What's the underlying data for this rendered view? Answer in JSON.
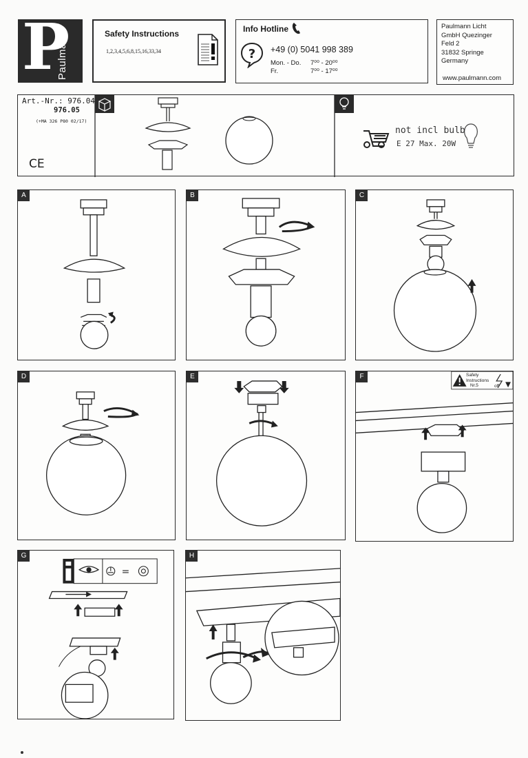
{
  "logo": {
    "letter": "P",
    "brand": "Paulmann"
  },
  "safety": {
    "title": "Safety  Instructions",
    "numbers": "1,2,3,4,5,6,8,15,16,33,34"
  },
  "hotline": {
    "title": "Info Hotline",
    "phone": "+49 (0) 5041 998 389",
    "rows": [
      {
        "day": "Mon. - Do.",
        "time": "7⁰⁰ - 20⁰⁰"
      },
      {
        "day": "Fr.",
        "time": "7⁰⁰ - 17⁰⁰"
      }
    ]
  },
  "address": {
    "lines": [
      "Paulmann Licht",
      "GmbH Quezinger",
      "Feld 2",
      "31832 Springe",
      "Germany"
    ],
    "web": "www.paulmann.com"
  },
  "article": {
    "label": "Art.-Nr.: 976.04",
    "second": "976.05",
    "note": "(+MA 326  P80 02/17)",
    "ce": "CE"
  },
  "bulb": {
    "line1": "not incl bulb",
    "line2": "E 27 Max. 20W"
  },
  "steps": [
    "A",
    "B",
    "C",
    "D",
    "E",
    "F",
    "G",
    "H"
  ],
  "warning": {
    "title": "Safety\nInstructions",
    "nr": "Nr.5",
    "off": "off"
  }
}
